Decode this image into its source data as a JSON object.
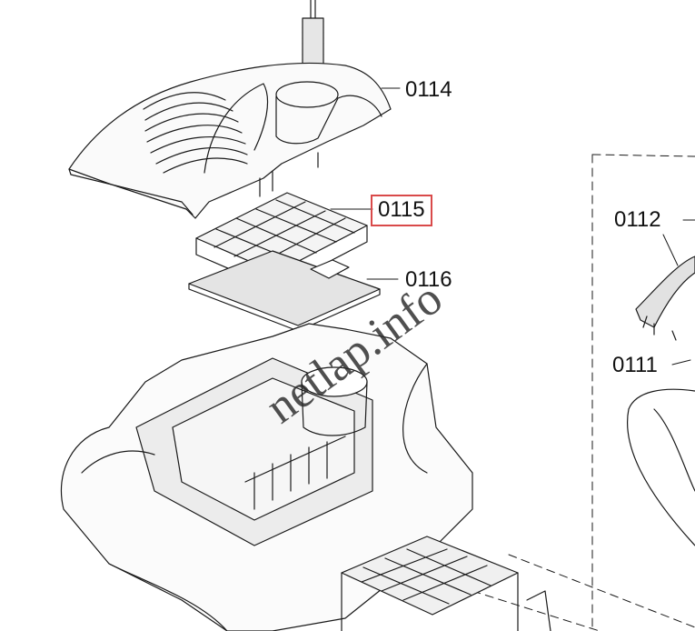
{
  "labels": {
    "l0114": "0114",
    "l0115": "0115",
    "l0116": "0116",
    "l0112": "0112",
    "l0111": "0111"
  },
  "watermark": "netlap.info",
  "colors": {
    "line": "#1a1a1a",
    "highlight": "#d94a4a",
    "shade": "#d8d8d8"
  }
}
